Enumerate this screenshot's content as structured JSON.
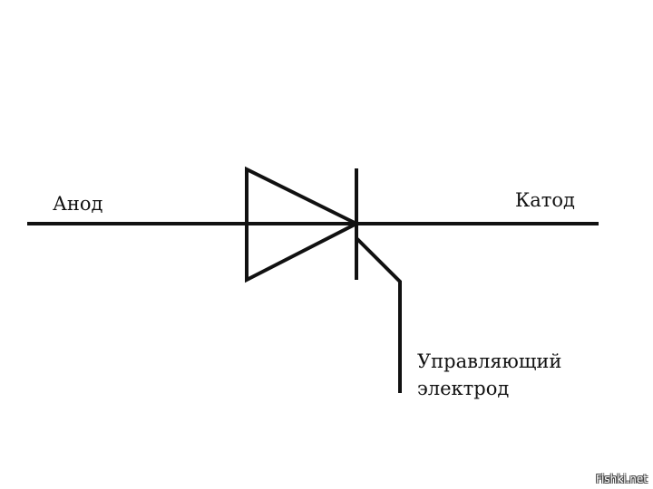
{
  "labels": {
    "anode": "Анод",
    "cathode": "Катод",
    "gate_line1": "Управляющий",
    "gate_line2": "электрод"
  },
  "watermark": "Fishki.net",
  "colors": {
    "background": "#ffffff",
    "stroke": "#111111"
  }
}
